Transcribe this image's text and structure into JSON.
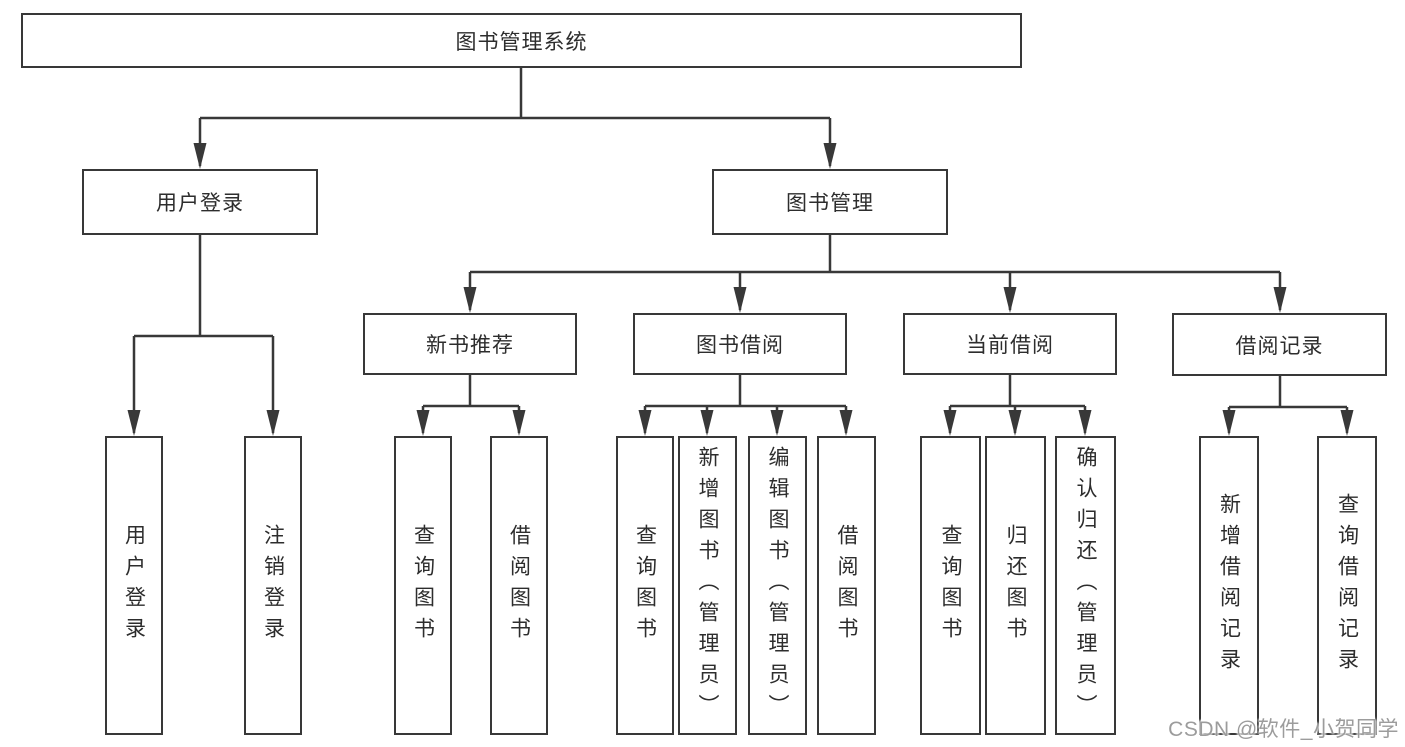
{
  "colors": {
    "line": "#383838",
    "text": "#2d2d2d",
    "background": "#ffffff",
    "watermark": "#9c9c9c"
  },
  "watermark": {
    "text": "CSDN @软件_小贺同学"
  },
  "tree": {
    "root": {
      "label": "图书管理系统"
    },
    "level1": [
      {
        "id": "user-login",
        "label": "用户登录"
      },
      {
        "id": "book-management",
        "label": "图书管理"
      }
    ],
    "level2": [
      {
        "id": "new-book-recommendation",
        "label": "新书推荐",
        "parent": "book-management"
      },
      {
        "id": "book-borrowing",
        "label": "图书借阅",
        "parent": "book-management"
      },
      {
        "id": "current-borrowing",
        "label": "当前借阅",
        "parent": "book-management"
      },
      {
        "id": "borrowing-records",
        "label": "借阅记录",
        "parent": "book-management"
      }
    ],
    "leaves": [
      {
        "id": "leaf-user-login",
        "label": "用户登录",
        "parent": "user-login"
      },
      {
        "id": "leaf-logout",
        "label": "注销登录",
        "parent": "user-login"
      },
      {
        "id": "leaf-query-books-recommend",
        "label": "查询图书",
        "parent": "new-book-recommendation"
      },
      {
        "id": "leaf-borrow-books-recommend",
        "label": "借阅图书",
        "parent": "new-book-recommendation"
      },
      {
        "id": "leaf-query-books-borrowing",
        "label": "查询图书",
        "parent": "book-borrowing"
      },
      {
        "id": "leaf-add-books-admin",
        "label": "新增图书（管理员）",
        "parent": "book-borrowing"
      },
      {
        "id": "leaf-edit-books-admin",
        "label": "编辑图书（管理员）",
        "parent": "book-borrowing"
      },
      {
        "id": "leaf-borrow-books-borrowing",
        "label": "借阅图书",
        "parent": "book-borrowing"
      },
      {
        "id": "leaf-query-books-current",
        "label": "查询图书",
        "parent": "current-borrowing"
      },
      {
        "id": "leaf-return-books",
        "label": "归还图书",
        "parent": "current-borrowing"
      },
      {
        "id": "leaf-confirm-return-admin",
        "label": "确认归还（管理员）",
        "parent": "current-borrowing"
      },
      {
        "id": "leaf-add-borrowing-record",
        "label": "新增借阅记录",
        "parent": "borrowing-records"
      },
      {
        "id": "leaf-query-borrowing-record",
        "label": "查询借阅记录",
        "parent": "borrowing-records"
      }
    ]
  }
}
